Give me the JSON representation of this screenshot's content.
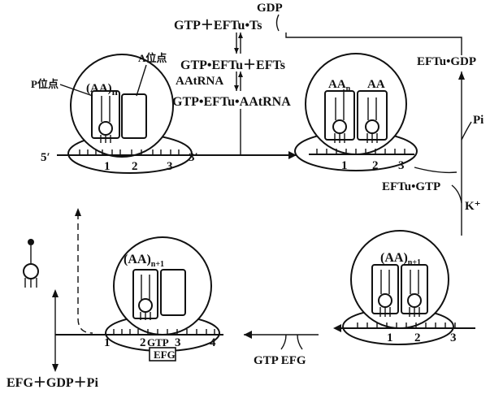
{
  "reactions": {
    "r1_left": "GTP＋EFTu•Ts",
    "r1_gdp": "GDP",
    "r2": "GTP•EFTu＋EFTs",
    "r3_aatrna": "AAtRNA",
    "r4": "GTP•EFTu•AAtRNA",
    "right_top": "EFTu•GDP",
    "right_pi": "Pi",
    "right_bottom": "EFTu•GTP",
    "right_k": "K⁺",
    "bottom_gtp_efg": "GTP EFG",
    "bottom_left_products": "EFG＋GDP＋Pi"
  },
  "ribosome1": {
    "p_site": "P位点",
    "a_site": "A位点",
    "chain": "(AA)",
    "chain_sub": "n",
    "mrna_5": "5′",
    "mrna_3": "3′",
    "codons": [
      "1",
      "2",
      "3"
    ]
  },
  "ribosome2": {
    "aa_left": "AA",
    "aa_left_sub": "n",
    "aa_right": "AA",
    "codons": [
      "1",
      "2",
      "3"
    ]
  },
  "ribosome3": {
    "chain": "(AA)",
    "chain_sub": "n+1",
    "codons": [
      "1",
      "2",
      "3",
      "4"
    ],
    "gtp": "GTP",
    "efg_box": "EFG"
  },
  "ribosome4": {
    "chain": "(AA)",
    "chain_sub": "n+1",
    "codons": [
      "1",
      "2",
      "3"
    ]
  }
}
